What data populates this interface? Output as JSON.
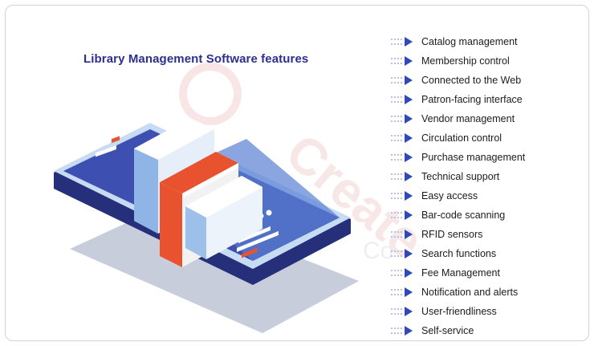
{
  "title": "Library Management Software features",
  "watermark": {
    "lines": [
      "Create",
      "Co"
    ]
  },
  "colors": {
    "accent": "#2b2f8f",
    "phone_body": "#2e3a8c",
    "phone_screen": "#4c6cc6",
    "book_orange": "#e8522f",
    "book_light": "#dde9f7",
    "bullet": "#2e49b8"
  },
  "features": [
    "Catalog management",
    "Membership control",
    "Connected to the Web",
    "Patron-facing interface",
    "Vendor management",
    "Circulation control",
    "Purchase management",
    "Technical support",
    "Easy access",
    "Bar-code scanning",
    "RFID sensors",
    "Search functions",
    "Fee Management",
    "Notification and alerts",
    "User-friendliness",
    "Self-service"
  ]
}
